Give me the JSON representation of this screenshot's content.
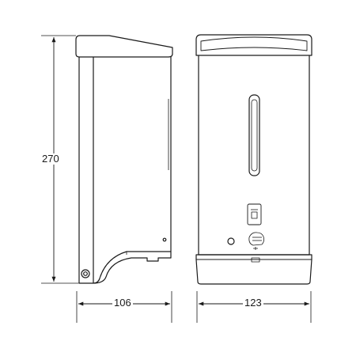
{
  "dimensions": {
    "height_label": "270",
    "depth_label": "106",
    "width_label": "123",
    "units": ""
  },
  "colors": {
    "line": "#1a1a1a",
    "background": "#ffffff"
  },
  "views": [
    "side-view",
    "front-view"
  ]
}
